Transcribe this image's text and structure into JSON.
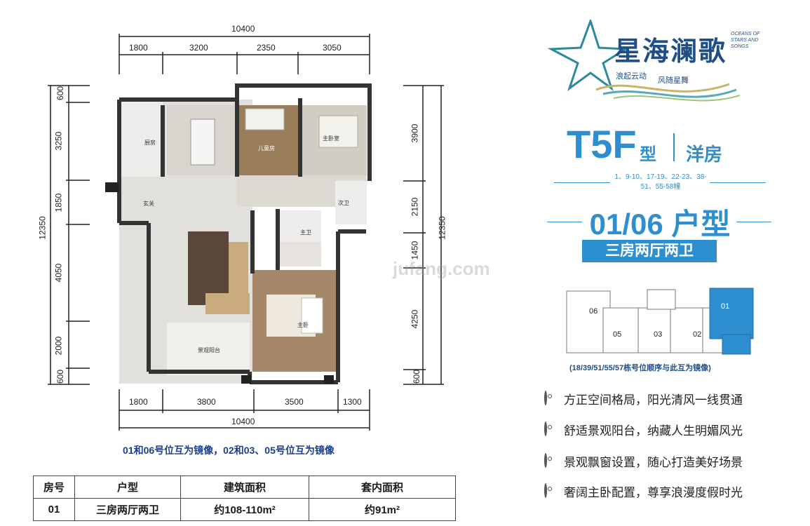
{
  "plan": {
    "top_total": "10400",
    "top_segments": [
      "1800",
      "3200",
      "2350",
      "3050"
    ],
    "bottom_segments": [
      "1800",
      "3800",
      "3500",
      "1300"
    ],
    "bottom_total": "10400",
    "left_total": "12350",
    "left_segments": [
      "600",
      "3250",
      "1850",
      "4050",
      "2000",
      "600"
    ],
    "right_total": "12350",
    "right_segments": [
      "3900",
      "2150",
      "1450",
      "4250",
      "600"
    ],
    "rooms": {
      "kitchen": "厨房",
      "second_bedroom": "儿童房",
      "master_bedroom_top": "主卧室",
      "entrance": "玄关",
      "bath_a": "主卫",
      "bath_b": "次卫",
      "master_bedroom": "主卧",
      "balcony": "景观阳台"
    },
    "watermark": "jufang.com"
  },
  "mirror_note": "01和06号位互为镜像，02和03、05号位互为镜像",
  "table": {
    "headers": [
      "房号",
      "户型",
      "建筑面积",
      "套内面积"
    ],
    "rows": [
      [
        "01",
        "三房两厅两卫",
        "约108-110m²",
        "约91m²"
      ]
    ]
  },
  "brand": {
    "name": "星海澜歌",
    "english": "OCEANS OF STARS AND SONGS",
    "slogan_left": "浪起云动",
    "slogan_right": "风随星舞"
  },
  "unit": {
    "type": "T5F",
    "type_suffix": "型",
    "category": "洋房",
    "buildings": "1、9-10、17-19、22-23、38-51、55-58幢",
    "unit_no": "01/06 户型",
    "layout": "三房两厅两卫"
  },
  "keyplan": {
    "labels": [
      "06",
      "05",
      "03",
      "02",
      "01"
    ],
    "note": "(18/39/51/55/57栋号位顺序与此互为镜像)",
    "highlight_color": "#2e8fd0"
  },
  "features": [
    "方正空间格局，阳光清风一线贯通",
    "舒适景观阳台，纳藏人生明媚风光",
    "景观飘窗设置，随心打造美好场景",
    "奢阔主卧配置，尊享浪漫度假时光"
  ],
  "colors": {
    "accent": "#2e8fd0",
    "brand": "#1f4f86",
    "note": "#1d3f8a"
  }
}
